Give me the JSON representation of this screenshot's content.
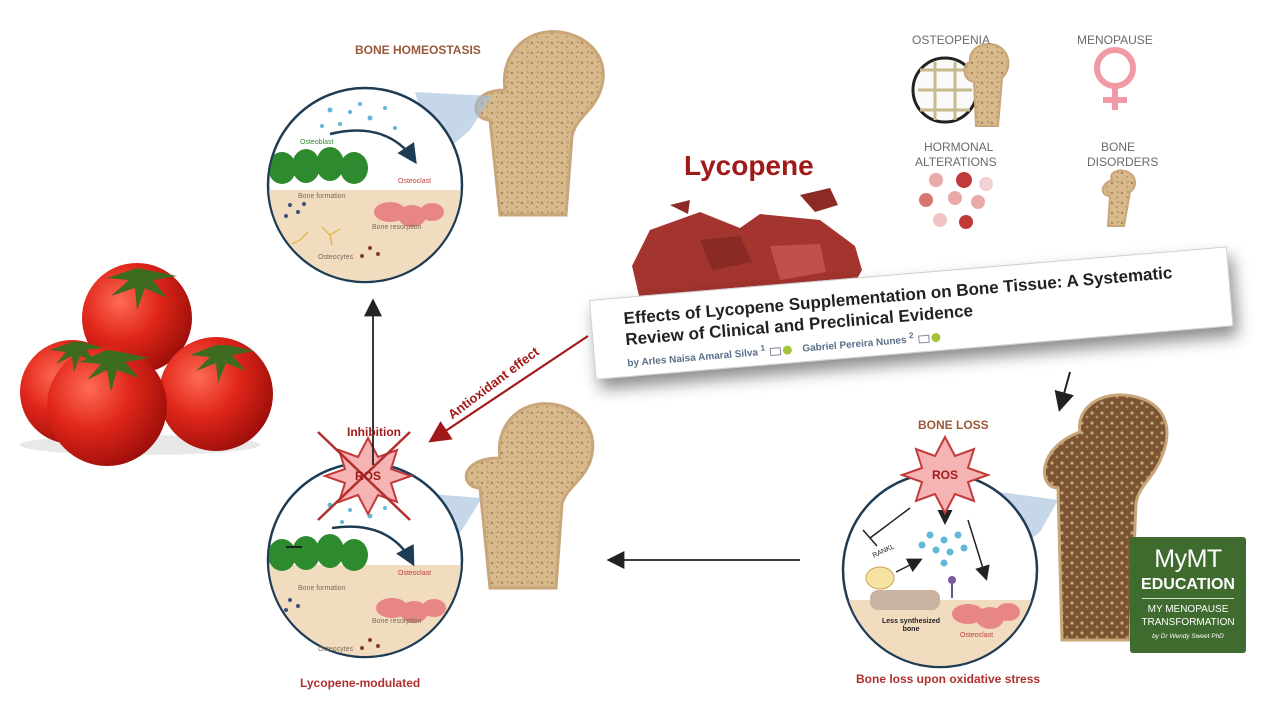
{
  "diagram": {
    "bone_homeostasis": "BONE HOMEOSTASIS",
    "bone_loss": "BONE LOSS",
    "lycopene": "Lycopene",
    "antioxidant_effect": "Antioxidant effect",
    "inhibition": "Inhibition",
    "ros": "ROS",
    "lycopene_modulated": "Lycopene-modulated",
    "bone_loss_caption": "Bone loss upon oxidative stress",
    "cell_labels": {
      "osteoblast": "Osteoblast",
      "osteoclast": "Osteoclast",
      "bone_formation": "Bone formation",
      "bone_resorption": "Bone resorption",
      "osteocytes": "Osteocytes",
      "rankl": "RANKL",
      "less_synthesized_bone": "Less synthesized bone"
    },
    "risk_factors": {
      "osteopenia": "OSTEOPENIA",
      "menopause": "MENOPAUSE",
      "hormonal_1": "HORMONAL",
      "hormonal_2": "ALTERATIONS",
      "bone_1": "BONE",
      "bone_2": "DISORDERS"
    }
  },
  "paper": {
    "title": "Effects of Lycopene Supplementation on Bone Tissue: A Systematic Review of Clinical and Preclinical Evidence",
    "author1": "by Arles Naisa Amaral Silva",
    "author1_sup": "1",
    "author2": "Gabriel Pereira Nunes",
    "author2_sup": "2"
  },
  "logo": {
    "line1": "MyMT",
    "line2": "EDUCATION",
    "line3": "MY MENOPAUSE",
    "line4": "TRANSFORMATION",
    "line5": "by Dr Wendy Sweet PhD"
  },
  "colors": {
    "accent_red": "#a11a1a",
    "section_brown": "#9a5a3a",
    "logo_green": "#3f6b2e"
  },
  "icons": [
    "tomato-icon",
    "femur-icon",
    "venus-icon",
    "osteopenia-icon",
    "ros-burst-icon"
  ]
}
